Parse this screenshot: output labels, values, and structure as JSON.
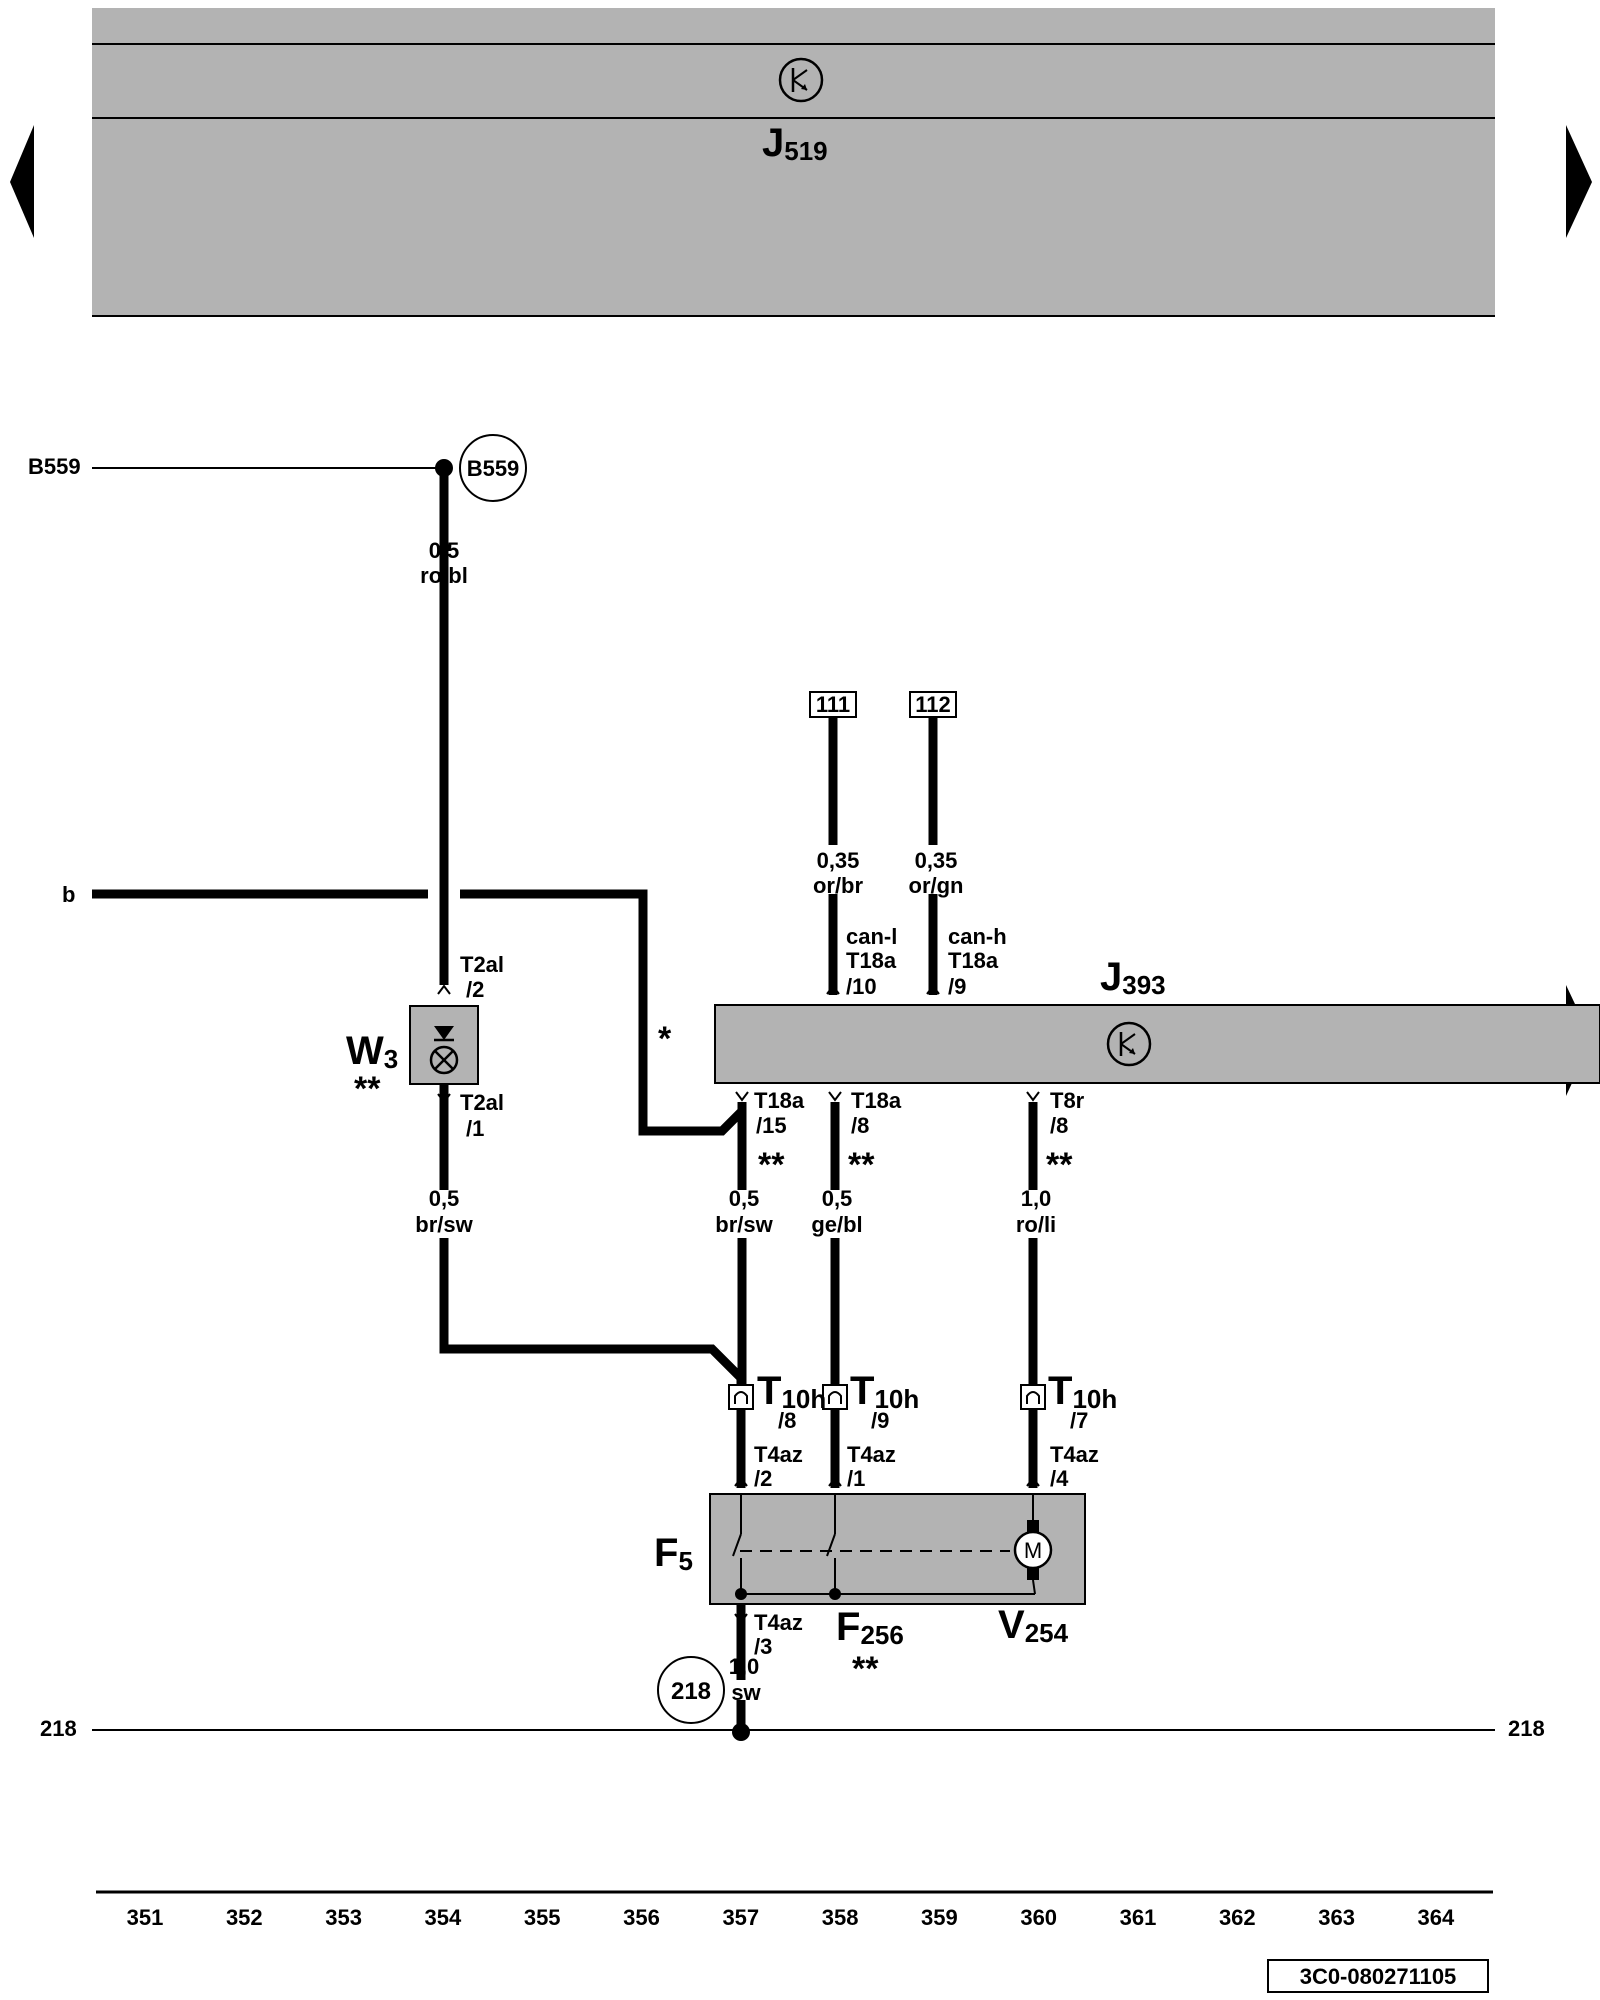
{
  "top_module": {
    "name": "J",
    "sub": "519"
  },
  "nav": {
    "prev_icon": "triangle-left-icon",
    "next_icon": "triangle-right-icon"
  },
  "terminals": {
    "b559_left": "B559",
    "b559_circle": "B559",
    "b_left": "b",
    "ground_left": "218",
    "ground_right": "218",
    "ground_circle": "218",
    "box_111": "111",
    "box_112": "112"
  },
  "wires": {
    "w1": {
      "size": "0,5",
      "color": "ro/bl"
    },
    "w2": {
      "size": "0,5",
      "color": "br/sw"
    },
    "w3": {
      "size": "0,35",
      "color": "or/br"
    },
    "w4": {
      "size": "0,35",
      "color": "or/gn"
    },
    "w5": {
      "size": "0,5",
      "color": "br/sw"
    },
    "w6": {
      "size": "0,5",
      "color": "ge/bl"
    },
    "w7": {
      "size": "1,0",
      "color": "ro/li"
    },
    "w8": {
      "size": "1,0",
      "color": "sw"
    }
  },
  "connectors": {
    "w3_top": {
      "name": "T2al",
      "pin": "/2"
    },
    "w3_bot": {
      "name": "T2al",
      "pin": "/1"
    },
    "can_l": {
      "bus": "can-l",
      "name": "T18a",
      "pin": "/10"
    },
    "can_h": {
      "bus": "can-h",
      "name": "T18a",
      "pin": "/9"
    },
    "j393_15": {
      "name": "T18a",
      "pin": "/15"
    },
    "j393_8": {
      "name": "T18a",
      "pin": "/8"
    },
    "j393_t8r": {
      "name": "T8r",
      "pin": "/8"
    },
    "t10h_8": {
      "name": "T",
      "sub": "10h",
      "pin": "/8"
    },
    "t10h_9": {
      "name": "T",
      "sub": "10h",
      "pin": "/9"
    },
    "t10h_7": {
      "name": "T",
      "sub": "10h",
      "pin": "/7"
    },
    "t4az_2": {
      "name": "T4az",
      "pin": "/2"
    },
    "t4az_1": {
      "name": "T4az",
      "pin": "/1"
    },
    "t4az_4": {
      "name": "T4az",
      "pin": "/4"
    },
    "t4az_3": {
      "name": "T4az",
      "pin": "/3"
    }
  },
  "components": {
    "w3": {
      "name": "W",
      "sub": "3",
      "note": "**"
    },
    "j393": {
      "name": "J",
      "sub": "393"
    },
    "f5": {
      "name": "F",
      "sub": "5"
    },
    "f256": {
      "name": "F",
      "sub": "256",
      "note": "**"
    },
    "v254": {
      "name": "V",
      "sub": "254"
    },
    "motor_symbol": "M"
  },
  "notes": {
    "star": "*",
    "dstar": "**"
  },
  "scale": [
    "351",
    "352",
    "353",
    "354",
    "355",
    "356",
    "357",
    "358",
    "359",
    "360",
    "361",
    "362",
    "363",
    "364"
  ],
  "doc_id": "3C0-080271105"
}
